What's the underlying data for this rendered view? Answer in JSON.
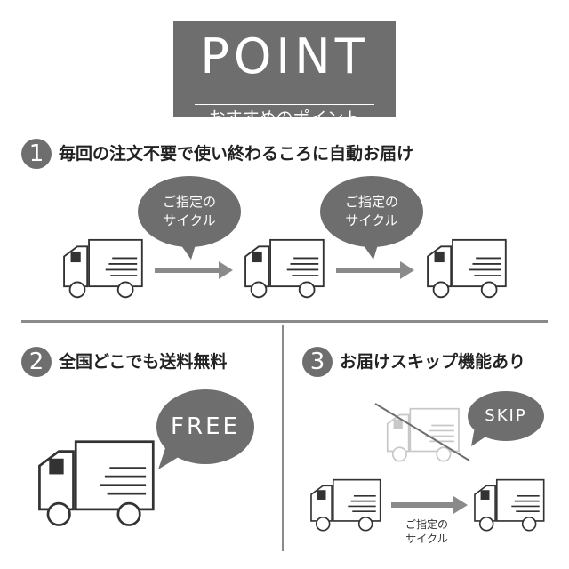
{
  "header": {
    "title": "POINT",
    "subtitle": "おすすめのポイント"
  },
  "point1": {
    "number": "1",
    "heading": "毎回の注文不要で使い終わるころに自動お届け",
    "bubble1": "ご指定の\nサイクル",
    "bubble2": "ご指定の\nサイクル"
  },
  "point2": {
    "number": "2",
    "heading": "全国どこでも送料無料",
    "bubble": "FREE"
  },
  "point3": {
    "number": "3",
    "heading": "お届けスキップ機能あり",
    "bubble": "SKIP",
    "caption": "ご指定の\nサイクル"
  },
  "colors": {
    "accent": "#6e6e6e",
    "line": "#8a8a8a",
    "truck_faded": "#c8c8c8"
  },
  "icons": [
    "truck-icon",
    "arrow-right-icon",
    "speech-bubble-icon",
    "strike-line-icon"
  ]
}
